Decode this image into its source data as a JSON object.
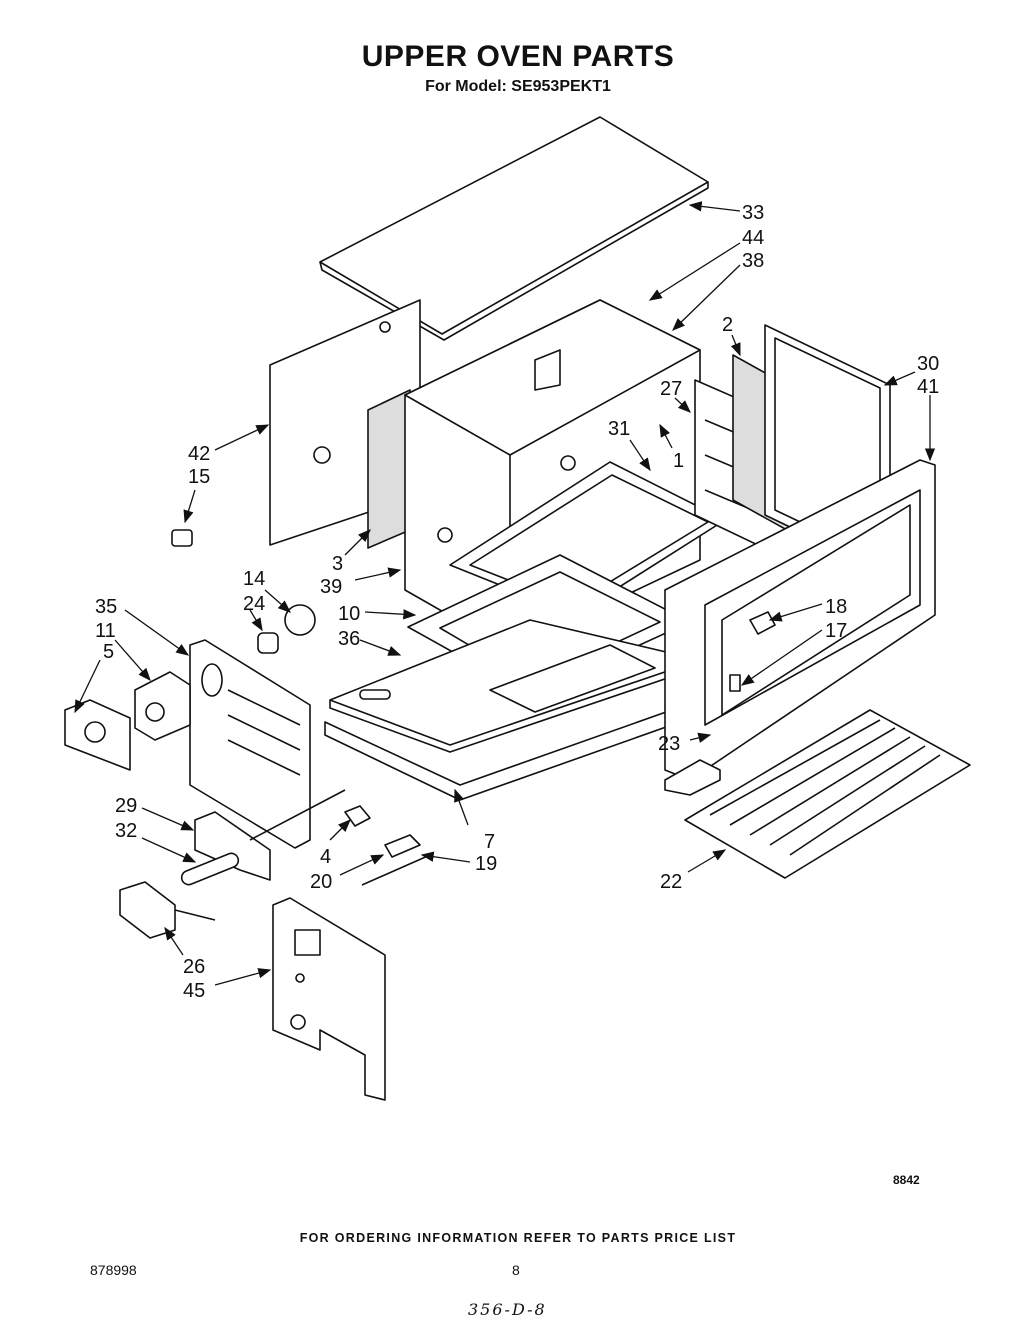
{
  "title": "UPPER OVEN PARTS",
  "subtitle": "For Model: SE953PEKT1",
  "diagram_code": "8842",
  "footer_note": "FOR ORDERING INFORMATION REFER TO PARTS PRICE LIST",
  "document_number": "878998",
  "page_number": "8",
  "handwritten_note": "356-D-8",
  "callouts": [
    "33",
    "44",
    "38",
    "2",
    "30",
    "41",
    "27",
    "31",
    "1",
    "42",
    "15",
    "3",
    "39",
    "14",
    "24",
    "35",
    "11",
    "5",
    "10",
    "36",
    "18",
    "17",
    "23",
    "29",
    "32",
    "4",
    "20",
    "19",
    "7",
    "22",
    "26",
    "45"
  ]
}
